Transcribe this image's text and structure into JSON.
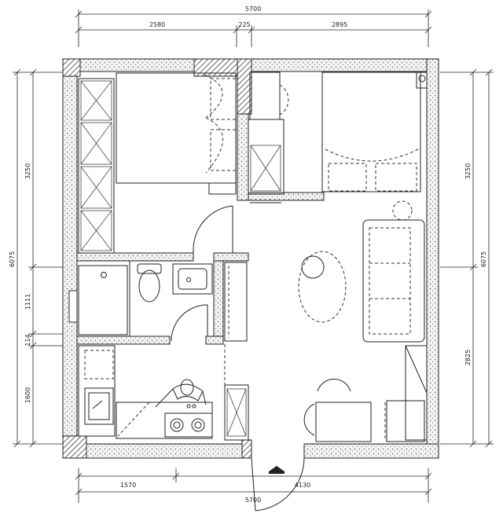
{
  "dimensions": {
    "top_total": "5700",
    "top_segments": [
      "2580",
      "225",
      "2895"
    ],
    "bottom_segments": [
      "1570",
      "4130"
    ],
    "bottom_total": "5700",
    "left_total": "6075",
    "left_segments": [
      "3250",
      "1111",
      "114",
      "1600"
    ],
    "right_total": "6075",
    "right_segments": [
      "3250",
      "2825"
    ]
  }
}
